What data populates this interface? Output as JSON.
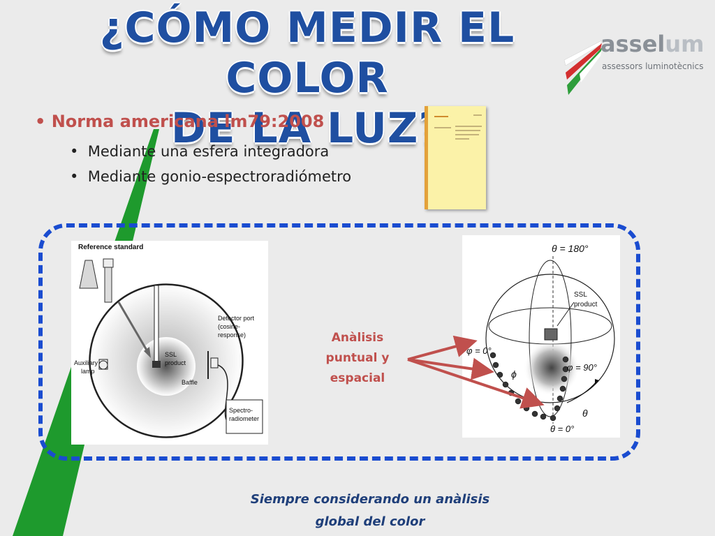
{
  "title": {
    "line1": "¿Cómo medir el color",
    "line2": "de la luz?"
  },
  "logo": {
    "name_main": "assel",
    "name_accent": "um",
    "subtitle": "assessors luminotècnics"
  },
  "bullets": {
    "main": "Norma americana lm79:2008",
    "sub": [
      "Mediante una esfera integradora",
      "Mediante gonio-espectroradiómetro"
    ]
  },
  "diagram_left": {
    "reference_standard": "Reference standard",
    "detector_port_1": "Detector port",
    "detector_port_2": "(cosine-",
    "detector_port_3": "response)",
    "auxiliary_1": "Auxiliary",
    "auxiliary_2": "lamp",
    "ssl_1": "SSL",
    "ssl_2": "product",
    "baffle": "Baffle",
    "spectro_1": "Spectro-",
    "spectro_2": "radiometer"
  },
  "diagram_right": {
    "theta_top": "θ = 180°",
    "ssl_1": "SSL",
    "ssl_2": "product",
    "phi_0": "φ = 0°",
    "phi": "ϕ",
    "phi_90": "φ = 90°",
    "theta": "θ",
    "theta_0": "θ = 0°"
  },
  "analysis_label": {
    "line1": "Anàlisis",
    "line2": "puntual y",
    "line3": "espacial"
  },
  "footer": {
    "line1": "Siempre considerando un anàlisis",
    "line2": "global del color"
  },
  "colors": {
    "title_blue": "#1f4fa1",
    "accent_red": "#c0504d",
    "dash_blue": "#1a4cd0",
    "footer_navy": "#1f3f7a",
    "stripe_green": "#1e9a2d"
  }
}
